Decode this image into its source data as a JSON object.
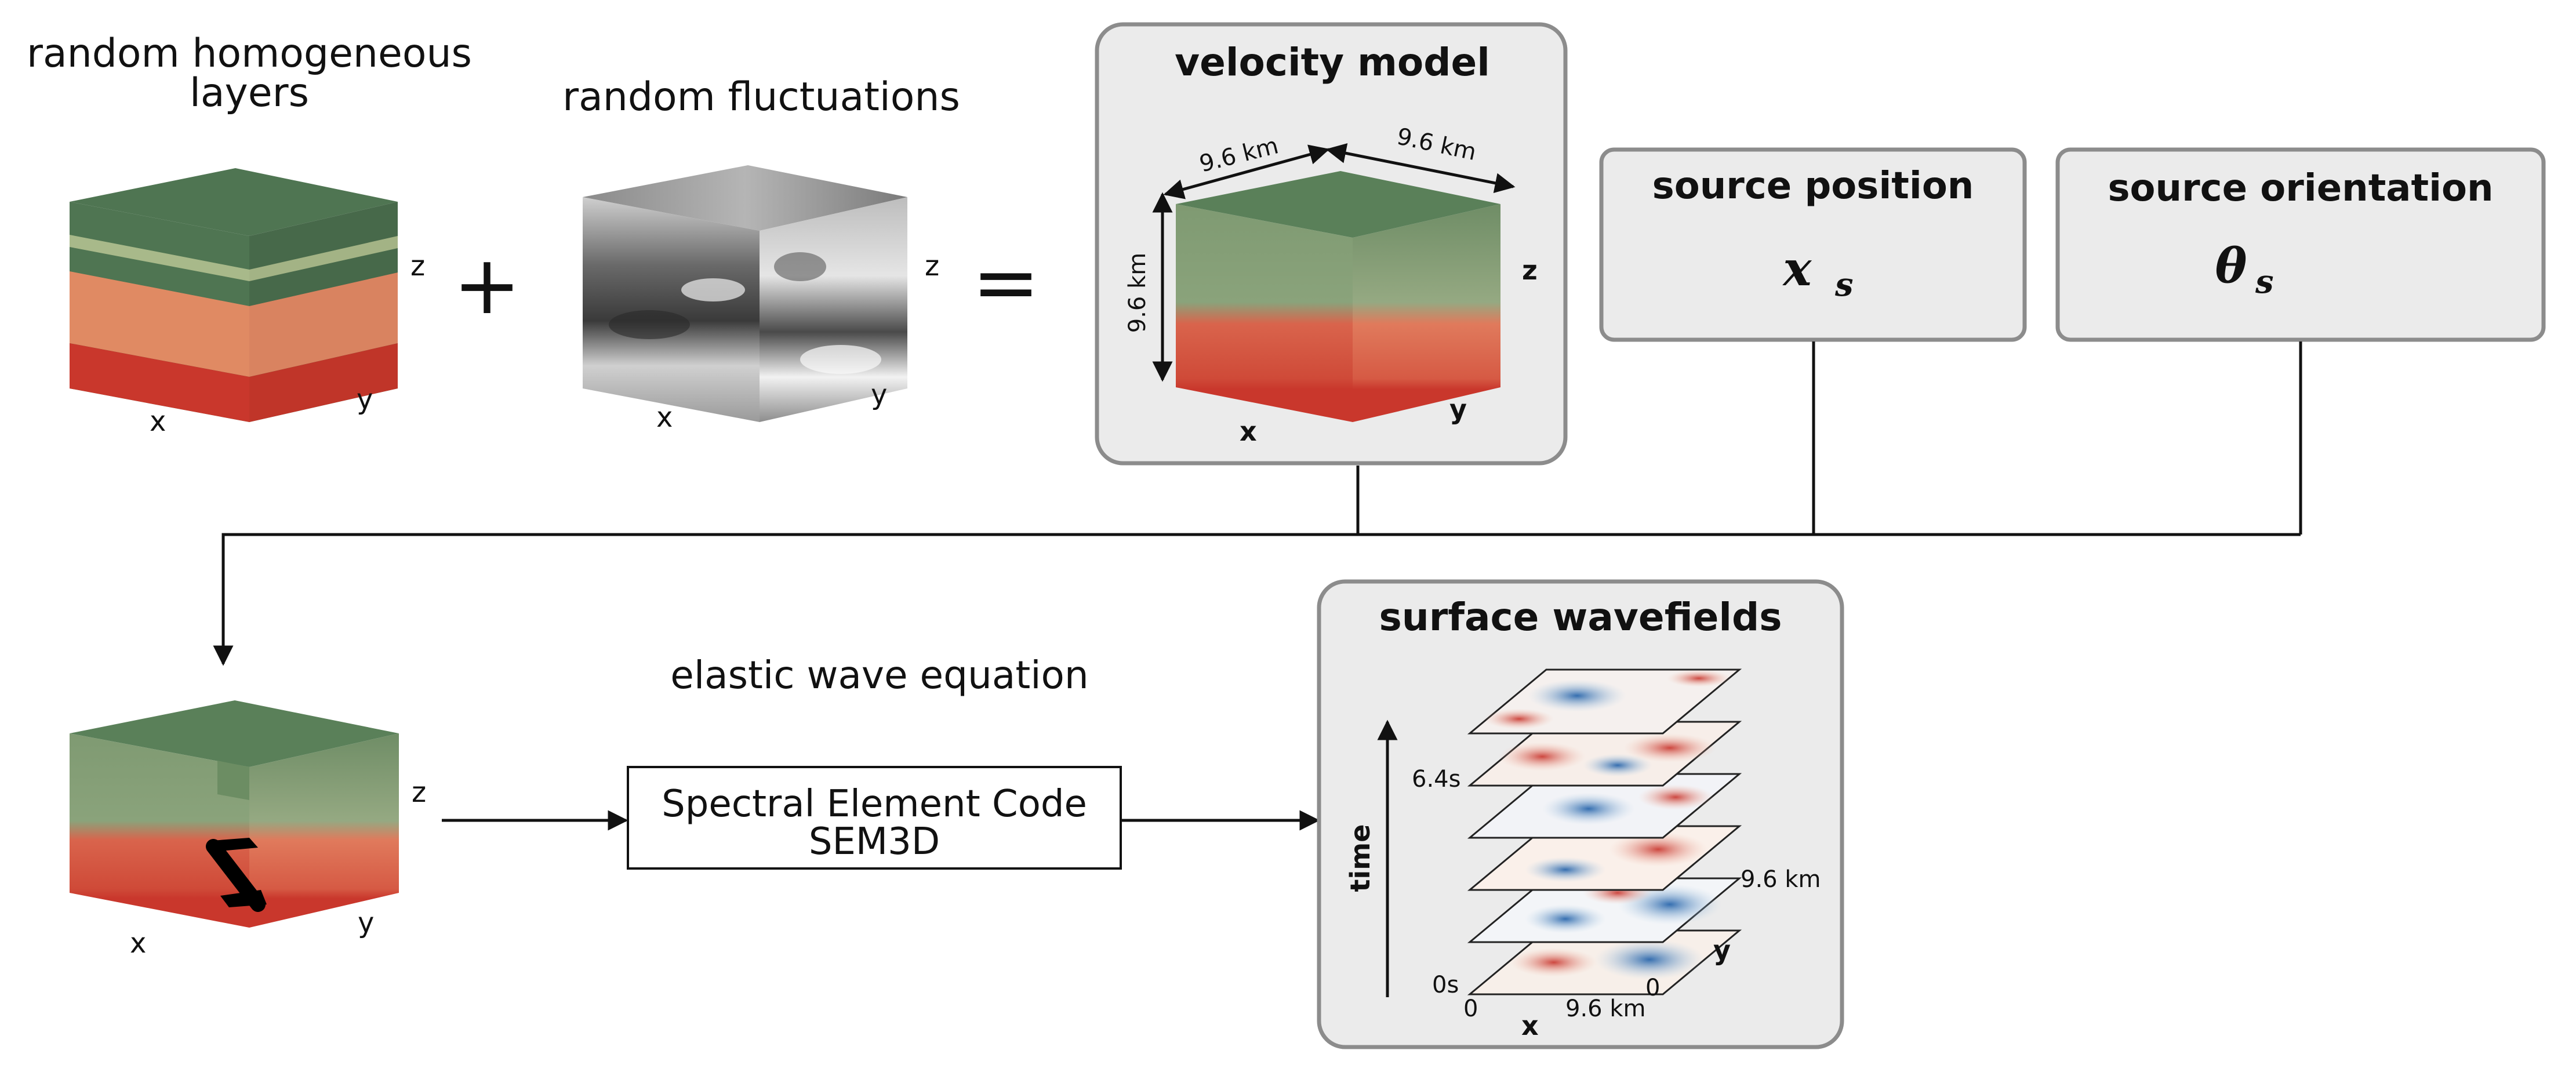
{
  "labels": {
    "layers_title_line1": "random homogeneous",
    "layers_title_line2": "layers",
    "fluct_title": "random fluctuations",
    "plus": "+",
    "equals": "=",
    "axis_x": "x",
    "axis_y": "y",
    "axis_z": "z",
    "velocity_title": "velocity model",
    "dim_width": "9.6 km",
    "dim_depth": "9.6 km",
    "dim_height": "9.6 km",
    "source_position_title": "source position",
    "source_position_symbol": "x",
    "source_position_sub": "s",
    "source_orientation_title": "source orientation",
    "source_orientation_symbol": "θ",
    "source_orientation_sub": "s",
    "equation_label": "elastic wave equation",
    "sem_line1": "Spectral Element Code",
    "sem_line2": "SEM3D",
    "surface_title": "surface wavefields",
    "time_label": "time",
    "t_end": "6.4s",
    "t_start": "0s",
    "sw_x0": "0",
    "sw_xmax": "9.6 km",
    "sw_y0": "0",
    "sw_ymax": "9.6 km"
  },
  "colors": {
    "green_top": "#4f7552",
    "green_band": "#a8b98a",
    "salmon": "#e08a63",
    "red": "#c9372c",
    "box_fill": "#ebebeb",
    "box_stroke": "#8c8c8c",
    "wave_red": "#d04a3c",
    "wave_blue": "#2e6cb0"
  }
}
